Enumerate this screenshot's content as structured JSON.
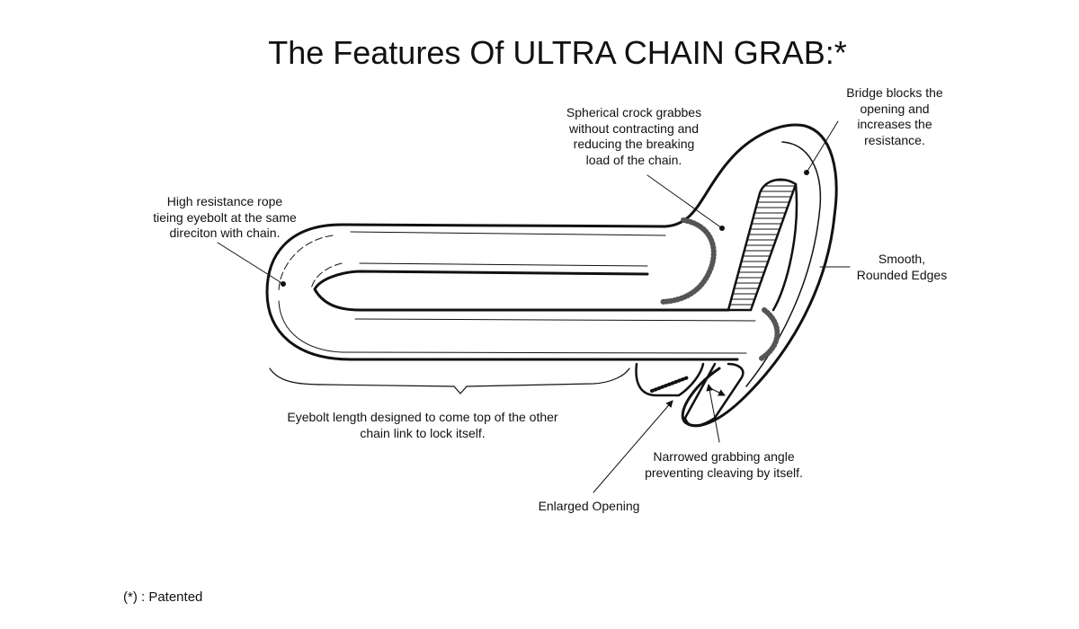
{
  "title": "The Features Of ULTRA CHAIN GRAB:*",
  "labels": {
    "spherical": [
      "Spherical crock grabbes",
      "without contracting and",
      "reducing the breaking",
      "load of the chain."
    ],
    "bridge": [
      "Bridge blocks the",
      "opening and",
      "increases the",
      "resistance."
    ],
    "rope": [
      "High resistance rope",
      "tieing eyebolt at the same",
      "direciton with chain."
    ],
    "smooth": [
      "Smooth,",
      "Rounded Edges"
    ],
    "eyebolt": [
      "Eyebolt length designed to come top of the other",
      "chain link to lock itself."
    ],
    "narrowed": [
      "Narrowed grabbing angle",
      "preventing cleaving by itself."
    ],
    "opening": [
      "Enlarged Opening"
    ]
  },
  "footnote": "(*) : Patented"
}
